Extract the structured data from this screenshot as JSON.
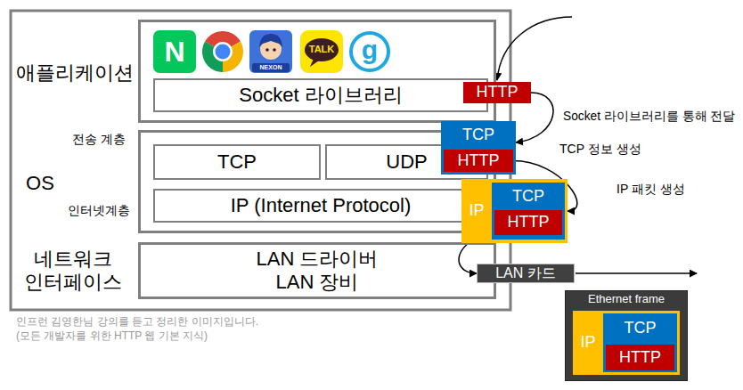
{
  "diagram": {
    "nodes": [
      {
        "text": [
          "애플리케이션"
        ]
      },
      {
        "text": [
          "Socket 라이브러리"
        ],
        "in": 0
      },
      {
        "text": [
          "OS"
        ]
      },
      {
        "text": [
          "TCP"
        ],
        "in": 2
      },
      {
        "text": [
          "UDP"
        ],
        "in": 2
      },
      {
        "text": [
          "IP (Internet Protocol)"
        ],
        "in": 2
      },
      {
        "text": [
          "네트워크 인터페이스",
          "LAN 드라이버 LAN 장비"
        ]
      },
      {
        "text": [
          "HTTP"
        ]
      },
      {
        "text": [
          "TCP"
        ]
      },
      {
        "text": [
          "HTTP"
        ],
        "in": 8
      },
      {
        "text": [
          "IP"
        ]
      },
      {
        "text": [
          "TCP"
        ],
        "in": 10
      },
      {
        "text": [
          "HTTP"
        ],
        "in": 11
      },
      {
        "text": [
          "LAN 카드"
        ]
      },
      {
        "text": [
          "Ethernet frame"
        ]
      },
      {
        "text": [
          "IP"
        ],
        "in": 14
      },
      {
        "text": [
          "TCP"
        ],
        "in": 15
      },
      {
        "text": [
          "HTTP"
        ],
        "in": 16
      }
    ],
    "edges": [
      {
        "from": 7,
        "to": 8,
        "arrow": "to",
        "label": "Socket 라이브러리를 통해 전달"
      },
      {
        "from": 9,
        "to": 10,
        "arrow": "to",
        "label": "IP 패킷 생성"
      },
      {
        "from": 10,
        "to": 13,
        "arrow": "to"
      }
    ],
    "labels": [
      "N",
      "NEXON",
      "TALK",
      "g",
      "전송 계층",
      "TCP 정보 생성",
      "인터넷계층",
      "인프런 김영한님 강의를 듣고 정리한 이미지입니다.",
      "(모든 개발자를 위한 HTTP 웹 기본 지식)"
    ]
  }
}
